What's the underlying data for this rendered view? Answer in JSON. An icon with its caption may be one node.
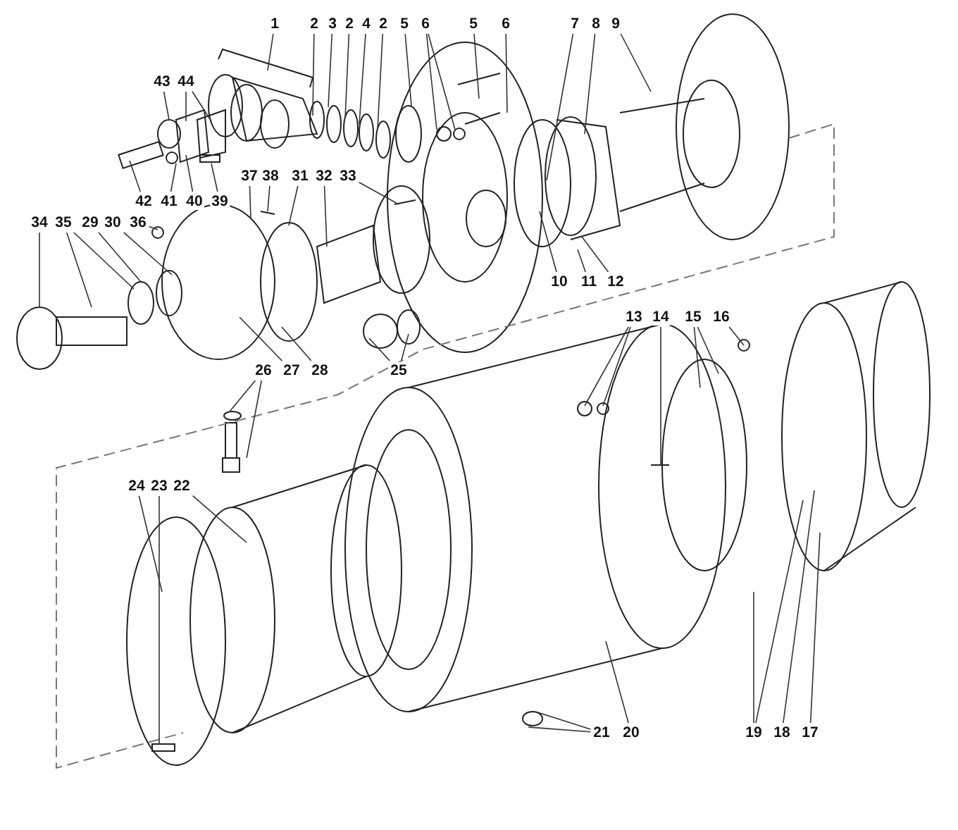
{
  "diagram": {
    "nodes": [
      {
        "text": [
          "1"
        ]
      },
      {
        "text": [
          "2"
        ]
      },
      {
        "text": [
          "3"
        ]
      },
      {
        "text": [
          "2"
        ]
      },
      {
        "text": [
          "4"
        ]
      },
      {
        "text": [
          "2"
        ]
      },
      {
        "text": [
          "5"
        ]
      },
      {
        "text": [
          "6"
        ]
      },
      {
        "text": [
          "5"
        ]
      },
      {
        "text": [
          "6"
        ]
      },
      {
        "text": [
          "7"
        ]
      },
      {
        "text": [
          "8"
        ]
      },
      {
        "text": [
          "9"
        ]
      },
      {
        "text": [
          "43"
        ]
      },
      {
        "text": [
          "44"
        ]
      },
      {
        "text": [
          "37"
        ]
      },
      {
        "text": [
          "38"
        ]
      },
      {
        "text": [
          "31"
        ]
      },
      {
        "text": [
          "32"
        ]
      },
      {
        "text": [
          "33"
        ]
      },
      {
        "text": [
          "42"
        ]
      },
      {
        "text": [
          "41"
        ]
      },
      {
        "text": [
          "40"
        ]
      },
      {
        "text": [
          "39"
        ]
      },
      {
        "text": [
          "34"
        ]
      },
      {
        "text": [
          "35"
        ]
      },
      {
        "text": [
          "29"
        ]
      },
      {
        "text": [
          "30"
        ]
      },
      {
        "text": [
          "36"
        ]
      },
      {
        "text": [
          "10"
        ]
      },
      {
        "text": [
          "11"
        ]
      },
      {
        "text": [
          "12"
        ]
      },
      {
        "text": [
          "13"
        ]
      },
      {
        "text": [
          "14"
        ]
      },
      {
        "text": [
          "15"
        ]
      },
      {
        "text": [
          "16"
        ]
      },
      {
        "text": [
          "26"
        ]
      },
      {
        "text": [
          "27"
        ]
      },
      {
        "text": [
          "28"
        ]
      },
      {
        "text": [
          "25"
        ]
      },
      {
        "text": [
          "24"
        ]
      },
      {
        "text": [
          "23"
        ]
      },
      {
        "text": [
          "22"
        ]
      },
      {
        "text": [
          "21"
        ]
      },
      {
        "text": [
          "20"
        ]
      },
      {
        "text": [
          "19"
        ]
      },
      {
        "text": [
          "18"
        ]
      },
      {
        "text": [
          "17"
        ]
      }
    ],
    "edges": [
      {
        "from": 0,
        "to": null,
        "arrow": "none"
      },
      {
        "from": 1,
        "to": null,
        "arrow": "none"
      },
      {
        "from": 2,
        "to": null,
        "arrow": "none"
      },
      {
        "from": 3,
        "to": null,
        "arrow": "none"
      },
      {
        "from": 4,
        "to": null,
        "arrow": "none"
      },
      {
        "from": 5,
        "to": null,
        "arrow": "none"
      },
      {
        "from": 6,
        "to": null,
        "arrow": "none"
      },
      {
        "from": 7,
        "to": null,
        "arrow": "none"
      },
      {
        "from": 7,
        "to": null,
        "arrow": "none"
      },
      {
        "from": 8,
        "to": null,
        "arrow": "none"
      },
      {
        "from": 9,
        "to": null,
        "arrow": "none"
      },
      {
        "from": 10,
        "to": null,
        "arrow": "none"
      },
      {
        "from": 11,
        "to": null,
        "arrow": "none"
      },
      {
        "from": 12,
        "to": null,
        "arrow": "none"
      },
      {
        "from": 13,
        "to": null,
        "arrow": "none"
      },
      {
        "from": 14,
        "to": null,
        "arrow": "none"
      },
      {
        "from": 14,
        "to": null,
        "arrow": "none"
      },
      {
        "from": 15,
        "to": null,
        "arrow": "none"
      },
      {
        "from": 16,
        "to": null,
        "arrow": "none"
      },
      {
        "from": 17,
        "to": null,
        "arrow": "none"
      },
      {
        "from": 18,
        "to": null,
        "arrow": "none"
      },
      {
        "from": 19,
        "to": null,
        "arrow": "none"
      },
      {
        "from": 20,
        "to": null,
        "arrow": "none"
      },
      {
        "from": 21,
        "to": null,
        "arrow": "none"
      },
      {
        "from": 22,
        "to": null,
        "arrow": "none"
      },
      {
        "from": 23,
        "to": null,
        "arrow": "none"
      },
      {
        "from": 24,
        "to": null,
        "arrow": "none"
      },
      {
        "from": 25,
        "to": null,
        "arrow": "none"
      },
      {
        "from": 25,
        "to": null,
        "arrow": "none"
      },
      {
        "from": 26,
        "to": null,
        "arrow": "none"
      },
      {
        "from": 27,
        "to": null,
        "arrow": "none"
      },
      {
        "from": 28,
        "to": null,
        "arrow": "none"
      },
      {
        "from": 29,
        "to": null,
        "arrow": "none"
      },
      {
        "from": 30,
        "to": null,
        "arrow": "none"
      },
      {
        "from": 31,
        "to": null,
        "arrow": "none"
      },
      {
        "from": 32,
        "to": null,
        "arrow": "none"
      },
      {
        "from": 32,
        "to": null,
        "arrow": "none"
      },
      {
        "from": 33,
        "to": null,
        "arrow": "none"
      },
      {
        "from": 34,
        "to": null,
        "arrow": "none"
      },
      {
        "from": 34,
        "to": null,
        "arrow": "none"
      },
      {
        "from": 35,
        "to": null,
        "arrow": "none"
      },
      {
        "from": 36,
        "to": null,
        "arrow": "none"
      },
      {
        "from": 36,
        "to": null,
        "arrow": "none"
      },
      {
        "from": 37,
        "to": null,
        "arrow": "none"
      },
      {
        "from": 38,
        "to": null,
        "arrow": "none"
      },
      {
        "from": 39,
        "to": null,
        "arrow": "none"
      },
      {
        "from": 39,
        "to": null,
        "arrow": "none"
      },
      {
        "from": 40,
        "to": null,
        "arrow": "none"
      },
      {
        "from": 41,
        "to": null,
        "arrow": "none"
      },
      {
        "from": 42,
        "to": null,
        "arrow": "none"
      },
      {
        "from": 43,
        "to": null,
        "arrow": "none"
      },
      {
        "from": 43,
        "to": null,
        "arrow": "none"
      },
      {
        "from": 44,
        "to": null,
        "arrow": "none"
      },
      {
        "from": 45,
        "to": null,
        "arrow": "none"
      },
      {
        "from": 45,
        "to": null,
        "arrow": "none"
      },
      {
        "from": 46,
        "to": null,
        "arrow": "none"
      },
      {
        "from": 47,
        "to": null,
        "arrow": "none"
      }
    ]
  }
}
